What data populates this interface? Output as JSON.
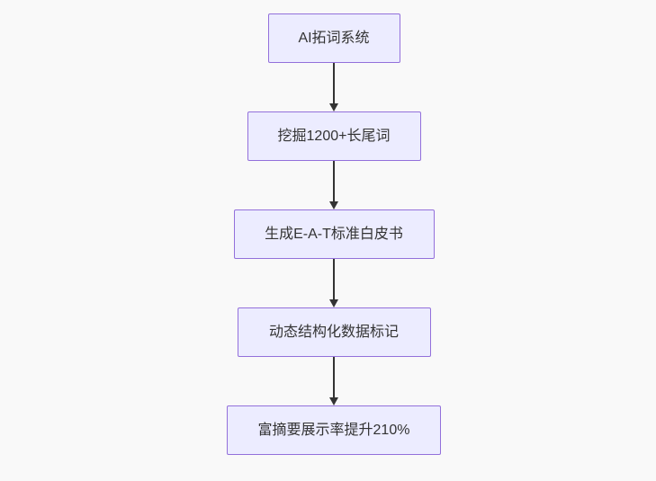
{
  "diagram": {
    "type": "flowchart",
    "direction": "top-down",
    "colors": {
      "background": "#f9f9f9",
      "node_fill": "#ececff",
      "node_border": "#9370db",
      "edge": "#333333",
      "text": "#333333"
    },
    "nodes": [
      {
        "label": "AI拓词系统"
      },
      {
        "label": "挖掘1200+长尾词"
      },
      {
        "label": "生成E-A-T标准白皮书"
      },
      {
        "label": "动态结构化数据标记"
      },
      {
        "label": "富摘要展示率提升210%"
      }
    ],
    "edges": [
      {
        "from": 0,
        "to": 1,
        "arrow": "down"
      },
      {
        "from": 1,
        "to": 2,
        "arrow": "down"
      },
      {
        "from": 2,
        "to": 3,
        "arrow": "down"
      },
      {
        "from": 3,
        "to": 4,
        "arrow": "down"
      }
    ]
  }
}
